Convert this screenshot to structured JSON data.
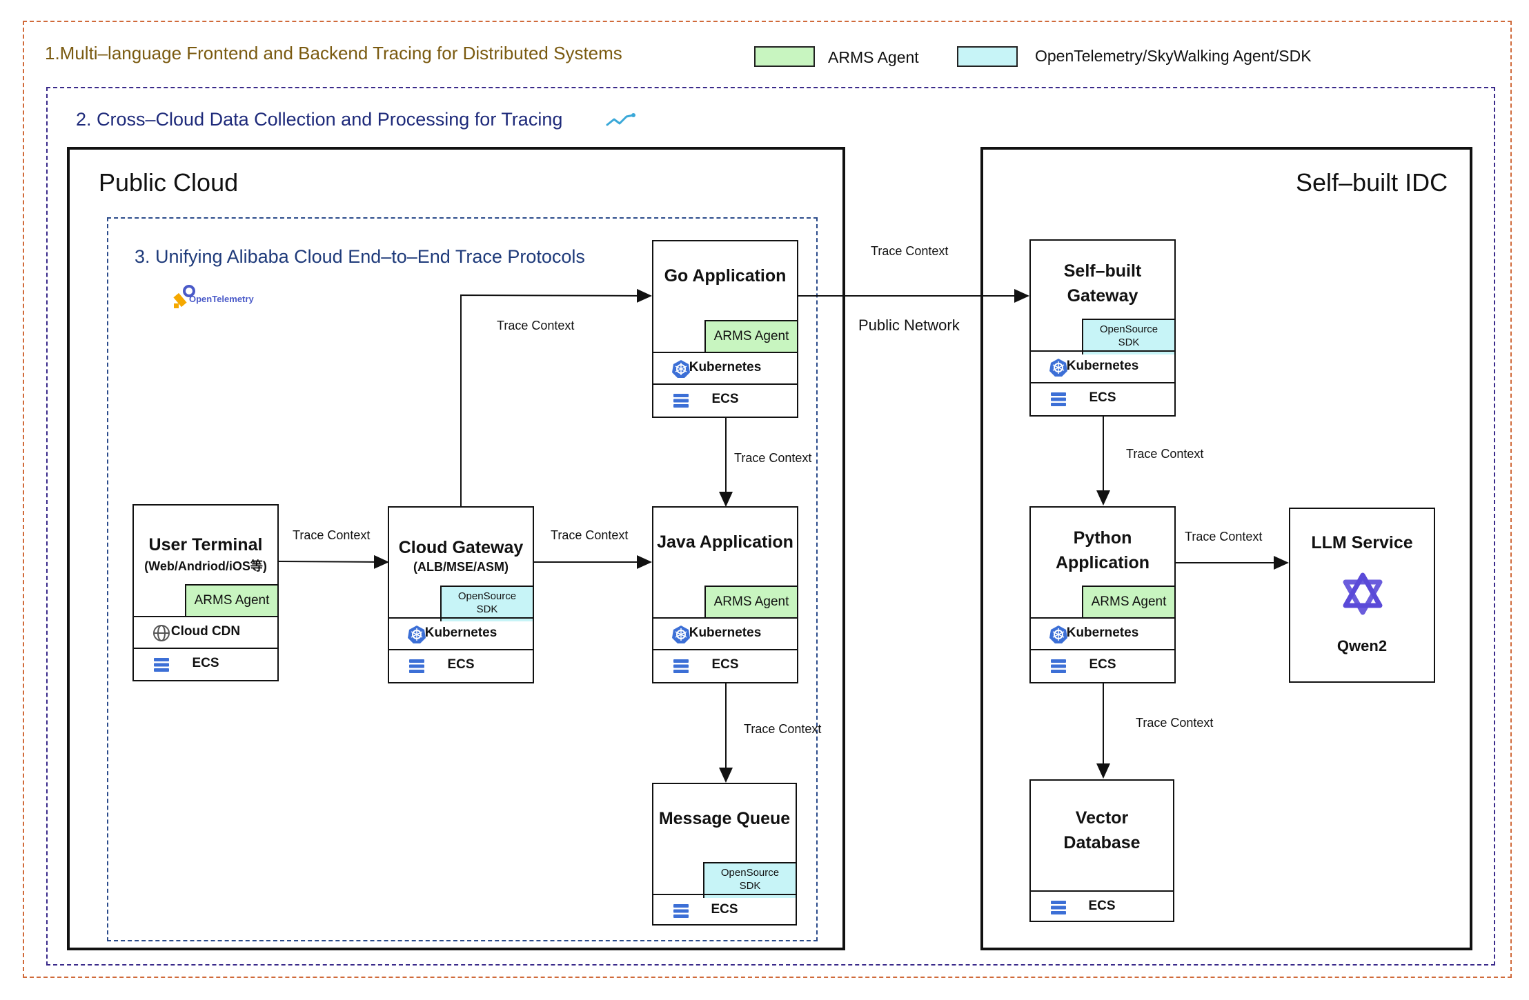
{
  "header": {
    "title1": "1.Multi–language Frontend and Backend Tracing for Distributed Systems",
    "title2": "2. Cross–Cloud Data Collection and Processing for Tracing",
    "title3": "3. Unifying Alibaba Cloud End–to–End Trace Protocols",
    "opentelemetry_logo_text": "OpenTelemetry"
  },
  "legend": {
    "arms": {
      "label": "ARMS Agent",
      "color": "#c8f5c0"
    },
    "otel": {
      "label": "OpenTelemetry/SkyWalking Agent/SDK",
      "color": "#c7f4f7"
    }
  },
  "regions": {
    "public": "Public Cloud",
    "idc": "Self–built IDC"
  },
  "nodes": {
    "user": {
      "title": "User Terminal",
      "subtitle": "(Web/Andriod/iOS等)",
      "agent": "ARMS Agent",
      "row1": "Cloud CDN",
      "row2": "ECS"
    },
    "gateway": {
      "title": "Cloud Gateway",
      "subtitle": "(ALB/MSE/ASM)",
      "sdk1": "OpenSource",
      "sdk2": "SDK",
      "row1": "Kubernetes",
      "row2": "ECS"
    },
    "go": {
      "title": "Go Application",
      "agent": "ARMS Agent",
      "row1": "Kubernetes",
      "row2": "ECS"
    },
    "java": {
      "title": "Java Application",
      "agent": "ARMS Agent",
      "row1": "Kubernetes",
      "row2": "ECS"
    },
    "mq": {
      "title": "Message Queue",
      "sdk1": "OpenSource",
      "sdk2": "SDK",
      "row1": "ECS"
    },
    "sgw": {
      "title1": "Self–built",
      "title2": "Gateway",
      "sdk1": "OpenSource",
      "sdk2": "SDK",
      "row1": "Kubernetes",
      "row2": "ECS"
    },
    "py": {
      "title1": "Python",
      "title2": "Application",
      "agent": "ARMS Agent",
      "row1": "Kubernetes",
      "row2": "ECS"
    },
    "llm": {
      "title": "LLM Service",
      "model": "Qwen2"
    },
    "vdb": {
      "title1": "Vector",
      "title2": "Database",
      "row1": "ECS"
    }
  },
  "edges": {
    "trace": "Trace Context",
    "public_network": "Public Network"
  },
  "icons": [
    "kubernetes-icon",
    "server-icon",
    "globe-icon",
    "opentelemetry-logo",
    "qwen-logo",
    "trend-icon"
  ]
}
